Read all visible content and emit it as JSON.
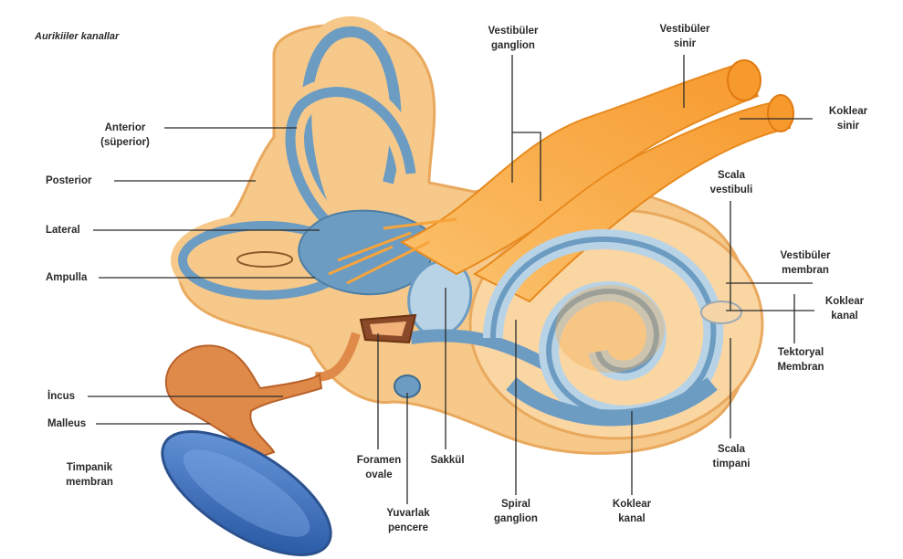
{
  "diagram": {
    "title": "Aurikiiler kanallar",
    "labels": {
      "anterior": [
        "Anterior",
        "(süperior)"
      ],
      "posterior": "Posterior",
      "lateral": "Lateral",
      "ampulla": "Ampulla",
      "incus": "İncus",
      "malleus": "Malleus",
      "timpanik_membran": [
        "Timpanik",
        "membran"
      ],
      "foramen_ovale": [
        "Foramen",
        "ovale"
      ],
      "sakkul": "Sakkül",
      "yuvarlak_pencere": [
        "Yuvarlak",
        "pencere"
      ],
      "spiral_ganglion": [
        "Spiral",
        "ganglion"
      ],
      "koklear_kanal_bottom": [
        "Koklear",
        "kanal"
      ],
      "vestibuler_ganglion": [
        "Vestibüler",
        "ganglion"
      ],
      "vestibuler_sinir": [
        "Vestibüler",
        "sinir"
      ],
      "koklear_sinir": [
        "Koklear",
        "sinir"
      ],
      "scala_vestibuli": [
        "Scala",
        "vestibuli"
      ],
      "vestibuler_membran": [
        "Vestibüler",
        "membran"
      ],
      "koklear_kanal_right": [
        "Koklear",
        "kanal"
      ],
      "tektoryal_membran": [
        "Tektoryal",
        "Membran"
      ],
      "scala_timpani": [
        "Scala",
        "timpani"
      ]
    }
  },
  "colors": {
    "bone": "#f6c98a",
    "bone_dark": "#e9a95e",
    "membrane_blue": "#6d9cc2",
    "membrane_light": "#b9d3e6",
    "nerve_orange": "#f7a43a",
    "nerve_light": "#fbc66f",
    "ossicle": "#e08a4a",
    "tympanic_blue": "#3f74c0",
    "leader_line": "#2a2a2a"
  }
}
